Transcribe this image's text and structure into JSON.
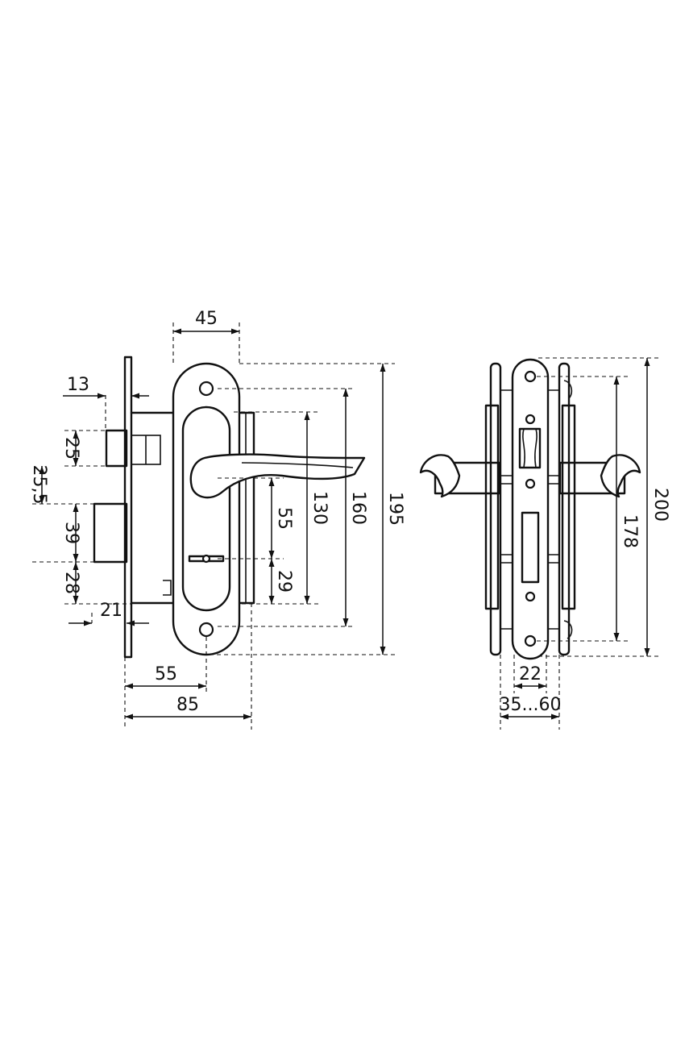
{
  "front_view": {
    "dim_faceplate_width": "45",
    "dim_faceplate_thickness": "13",
    "dim_latch_height": "25",
    "dim_latch_gap": "25,5",
    "dim_deadbolt_height": "39",
    "dim_deadbolt_to_keyhole": "28",
    "dim_forend_offset": "21",
    "dim_handle_to_key": "55",
    "dim_key_to_bottom": "29",
    "dim_handle_span": "130",
    "dim_screw_span": "160",
    "dim_plate_height": "195",
    "dim_backset": "55",
    "dim_body_depth": "85"
  },
  "side_view": {
    "dim_screw_span": "178",
    "dim_plate_height": "200",
    "dim_spindle": "22",
    "dim_door_thickness": "35...60"
  }
}
